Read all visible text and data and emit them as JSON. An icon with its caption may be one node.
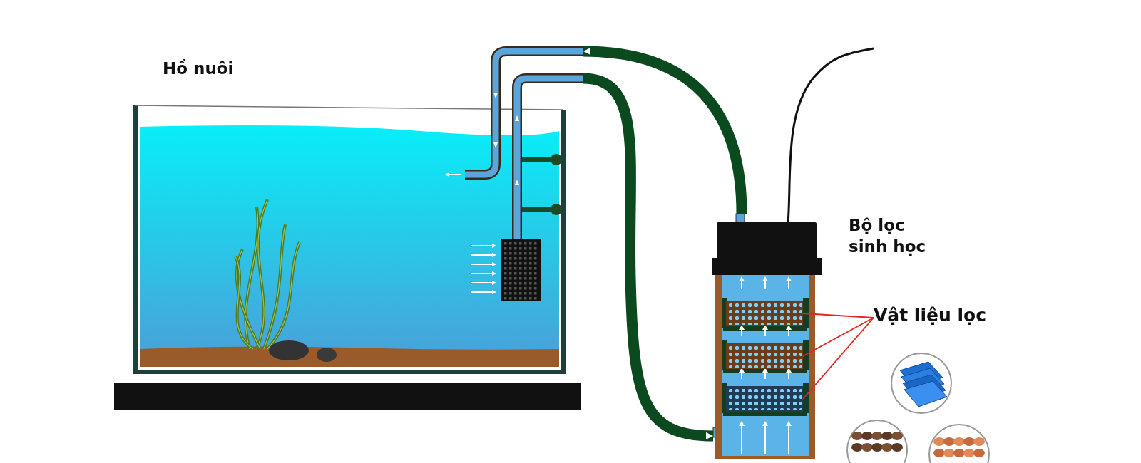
{
  "diagram": {
    "nodes": [
      {
        "text": [
          "Hồ nuôi"
        ]
      },
      {
        "text": [
          "Bộ lọc sinh học"
        ]
      },
      {
        "text": [
          "Vật liệu lọc"
        ]
      },
      {
        "text": [],
        "shape": "box",
        "in": 1
      },
      {
        "text": [],
        "shape": "box",
        "in": 1
      },
      {
        "text": [],
        "shape": "box",
        "in": 1
      }
    ],
    "edges": [
      {
        "from": 0,
        "to": 1,
        "arrow": "to",
        "style": "thick",
        "color": "#0b4a1e"
      },
      {
        "from": 1,
        "to": 0,
        "arrow": "to",
        "style": "thick",
        "color": "#0b4a1e"
      },
      {
        "from": 2,
        "to": 3,
        "arrow": "none"
      },
      {
        "from": 2,
        "to": 4,
        "arrow": "none"
      },
      {
        "from": 2,
        "to": 5,
        "arrow": "none"
      }
    ]
  }
}
